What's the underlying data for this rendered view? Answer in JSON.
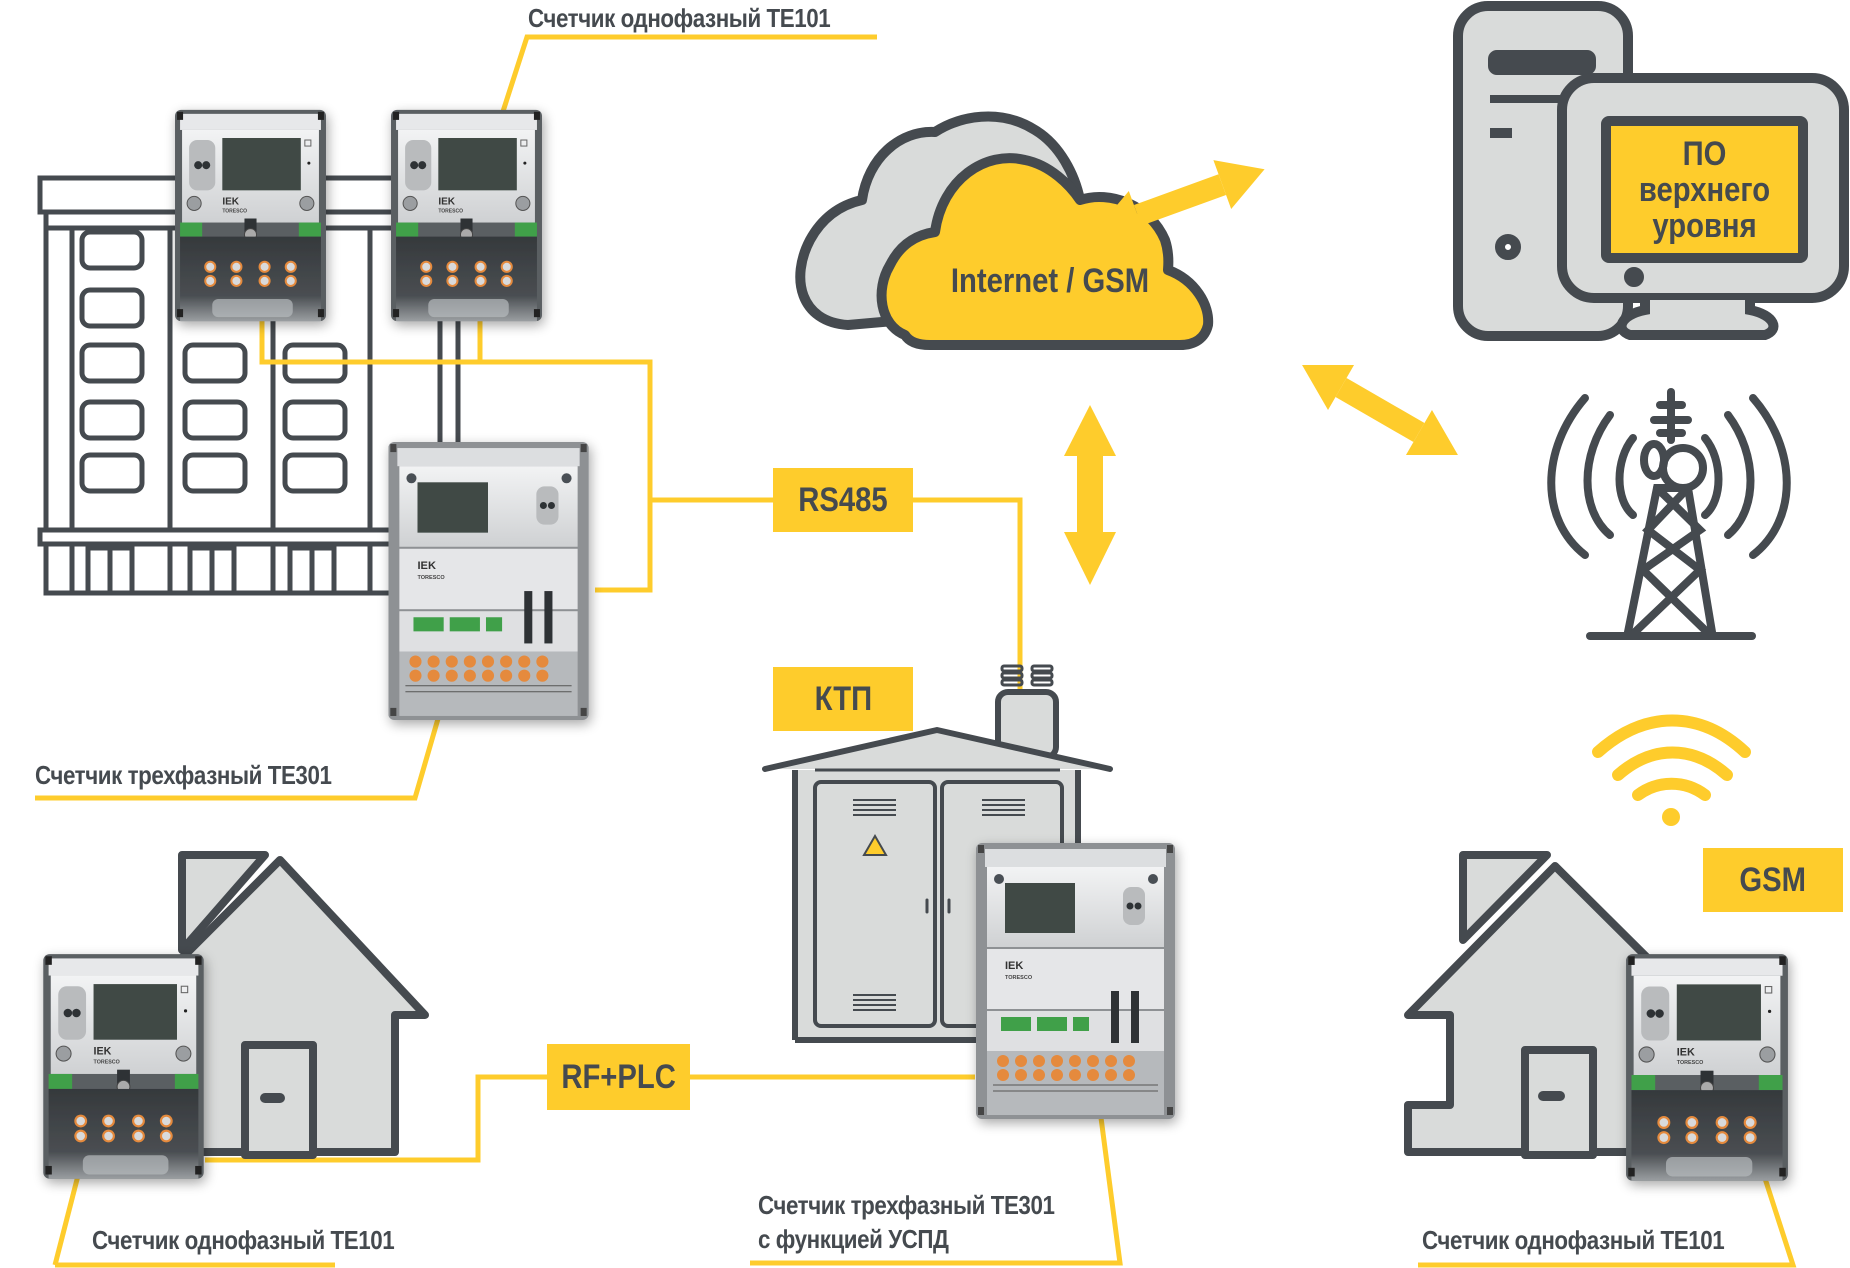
{
  "title": "Схема системы учета электроэнергии",
  "colors": {
    "accent": "#fecc2c",
    "outline": "#454a4f",
    "fill_gray": "#d9dbda",
    "meter_dark": "#3d4145",
    "meter_light": "#e7e8ea",
    "lcd": "#3f4a44",
    "terminal_green": "#3fa04a",
    "terminal_orange": "#e58a3c"
  },
  "labels": {
    "meter_top": "Счетчик однофазный TE101",
    "meter_three_phase": "Счетчик трехфазный TE301",
    "meter_left_house": "Счетчик однофазный TE101",
    "meter_uspd_line1": "Счетчик трехфазный TE301",
    "meter_uspd_line2": "с функцией УСПД",
    "meter_right_house": "Счетчик однофазный TE101"
  },
  "tags": {
    "rs485": "RS485",
    "ktp": "КТП",
    "rf_plc": "RF+PLC",
    "gsm": "GSM"
  },
  "cloud": {
    "label": "Internet / GSM"
  },
  "server": {
    "screen_lines": [
      "ПО",
      "верхнего",
      "уровня"
    ]
  },
  "meter_brand": {
    "logo": "IEK",
    "model": "TORESCO"
  },
  "icons": [
    "apartment-building-icon",
    "single-phase-meter-icon",
    "three-phase-meter-icon",
    "cloud-icon",
    "computer-icon",
    "cell-tower-icon",
    "wifi-icon",
    "house-icon",
    "transformer-substation-icon",
    "bidirectional-arrow-icon"
  ]
}
